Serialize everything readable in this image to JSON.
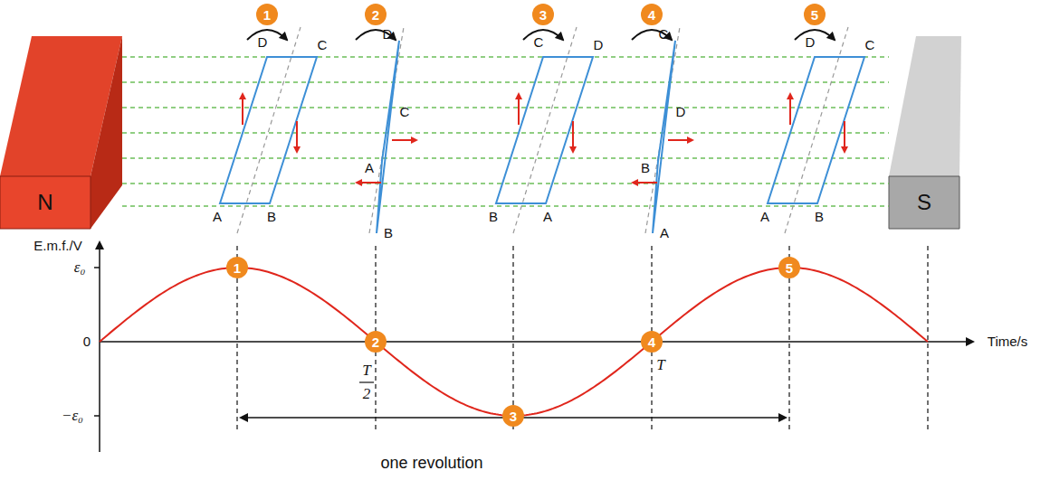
{
  "diagram": {
    "caption": "one revolution",
    "nodes": [
      {
        "text": [
          "N"
        ]
      },
      {
        "text": [
          "1"
        ]
      },
      {
        "text": [
          "2"
        ]
      },
      {
        "text": [
          "3"
        ]
      },
      {
        "text": [
          "4"
        ]
      },
      {
        "text": [
          "5"
        ]
      },
      {
        "text": [
          "S"
        ]
      },
      {
        "text": [
          "1"
        ]
      },
      {
        "text": [
          "2"
        ]
      },
      {
        "text": [
          "3"
        ]
      },
      {
        "text": [
          "4"
        ]
      },
      {
        "text": [
          "5"
        ]
      }
    ],
    "labels": [
      "D",
      "C",
      "A",
      "B",
      "D",
      "C",
      "A",
      "B",
      "C",
      "D",
      "B",
      "A",
      "C",
      "D",
      "B",
      "A",
      "D",
      "C",
      "A",
      "B",
      "E.m.f./V",
      "ε₀",
      "0",
      "−ε₀",
      "T",
      "2",
      "T",
      "Time/s"
    ]
  }
}
